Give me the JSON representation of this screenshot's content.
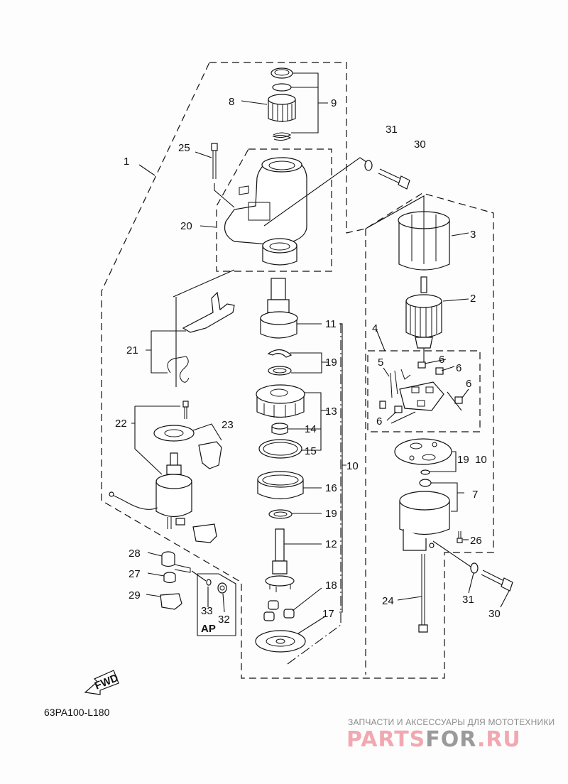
{
  "diagram": {
    "title_code": "63PA100-L180",
    "fwd_label": "FWD",
    "ap_label": "AP",
    "callouts": {
      "c1": "1",
      "c2": "2",
      "c3": "3",
      "c4": "4",
      "c5": "5",
      "c6a": "6",
      "c6b": "6",
      "c6c": "6",
      "c6d": "6",
      "c7": "7",
      "c8": "8",
      "c9": "9",
      "c10a": "10",
      "c10b": "10",
      "c11": "11",
      "c12": "12",
      "c13": "13",
      "c14": "14",
      "c15": "15",
      "c16": "16",
      "c17": "17",
      "c18": "18",
      "c19a": "19",
      "c19b": "19",
      "c19c": "19",
      "c20": "20",
      "c21": "21",
      "c22": "22",
      "c23": "23",
      "c24": "24",
      "c25": "25",
      "c26": "26",
      "c27": "27",
      "c28": "28",
      "c29": "29",
      "c30a": "30",
      "c30b": "30",
      "c31a": "31",
      "c31b": "31",
      "c32": "32",
      "c33": "33"
    }
  },
  "watermark": {
    "tagline": "ЗАПЧАСТИ И АКСЕССУАРЫ ДЛЯ МОТОТЕХНИКИ",
    "logo_part1": "PARTS",
    "logo_part2": "FOR",
    "logo_part3": ".RU",
    "color_pink": "#f2a8b0",
    "color_gray": "#9a9a9a"
  }
}
